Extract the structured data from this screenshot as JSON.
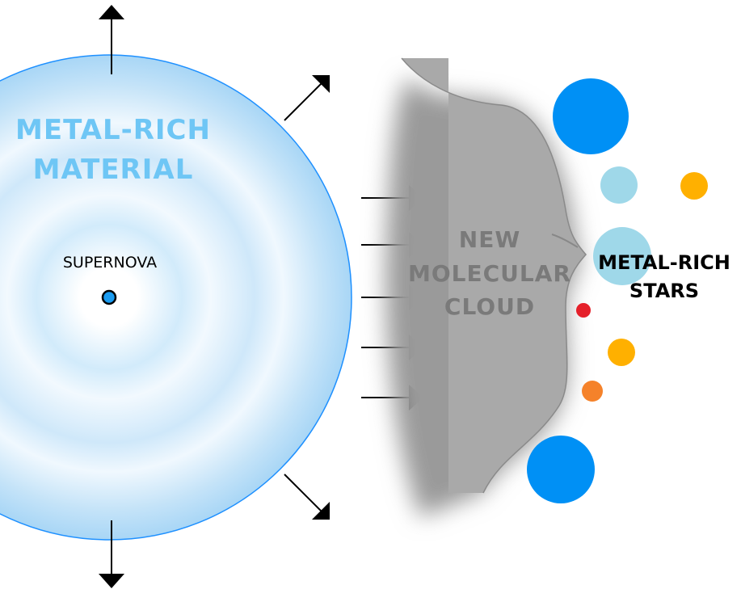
{
  "labels": {
    "material_line1": "METAL-RICH",
    "material_line2": "MATERIAL",
    "supernova": "SUPERNOVA",
    "cloud_line1": "NEW",
    "cloud_line2": "MOLECULAR",
    "cloud_line3": "CLOUD",
    "stars_line1": "METAL-RICH",
    "stars_line2": "STARS"
  },
  "colors": {
    "material_text": "#6ec6f5",
    "bubble_edge": "#1e90ff",
    "cloud_text": "#7a7a7a",
    "cloud_fill": "#a9a9a9",
    "star_blue": "#0090f5",
    "star_light_blue": "#9fd8e9",
    "star_yellow": "#ffb000",
    "star_orange": "#f5822a",
    "star_red": "#e5202a",
    "arrow": "#000000"
  },
  "icons": {
    "arrows": "arrow-icon",
    "supernova_core": "supernova-core-icon"
  }
}
